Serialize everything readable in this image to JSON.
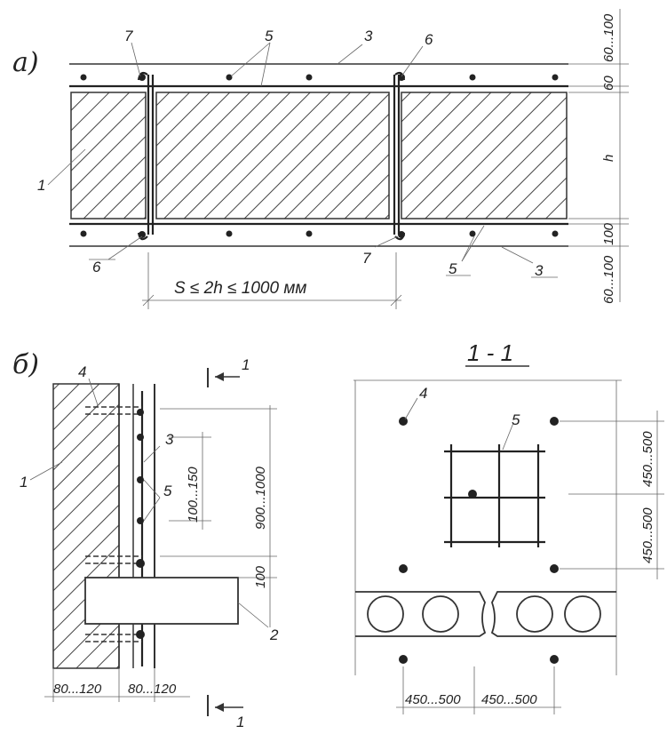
{
  "fig_a": {
    "label": "а)",
    "callouts": [
      "7",
      "5",
      "3",
      "6",
      "1",
      "6",
      "7",
      "5",
      "3"
    ],
    "dims": {
      "top": "60...100",
      "top_layer": "60",
      "h": "h",
      "bottom_layer": "100",
      "bottom": "60...100",
      "spacing": "S ≤ 2h ≤ 1000 мм"
    }
  },
  "fig_b": {
    "label": "б)",
    "section_mark": "1",
    "callouts": [
      "4",
      "1",
      "3",
      "5",
      "2"
    ],
    "dims": {
      "rebar_step": "100...150",
      "height": "900...1000",
      "slab": "100",
      "wall_left": "80...120",
      "wall_right": "80...120"
    }
  },
  "section": {
    "title": "1 - 1",
    "callouts": [
      "4",
      "5"
    ],
    "dims": {
      "right_top": "450...500",
      "right_bottom": "450...500",
      "bottom_left": "450...500",
      "bottom_right": "450...500"
    }
  }
}
